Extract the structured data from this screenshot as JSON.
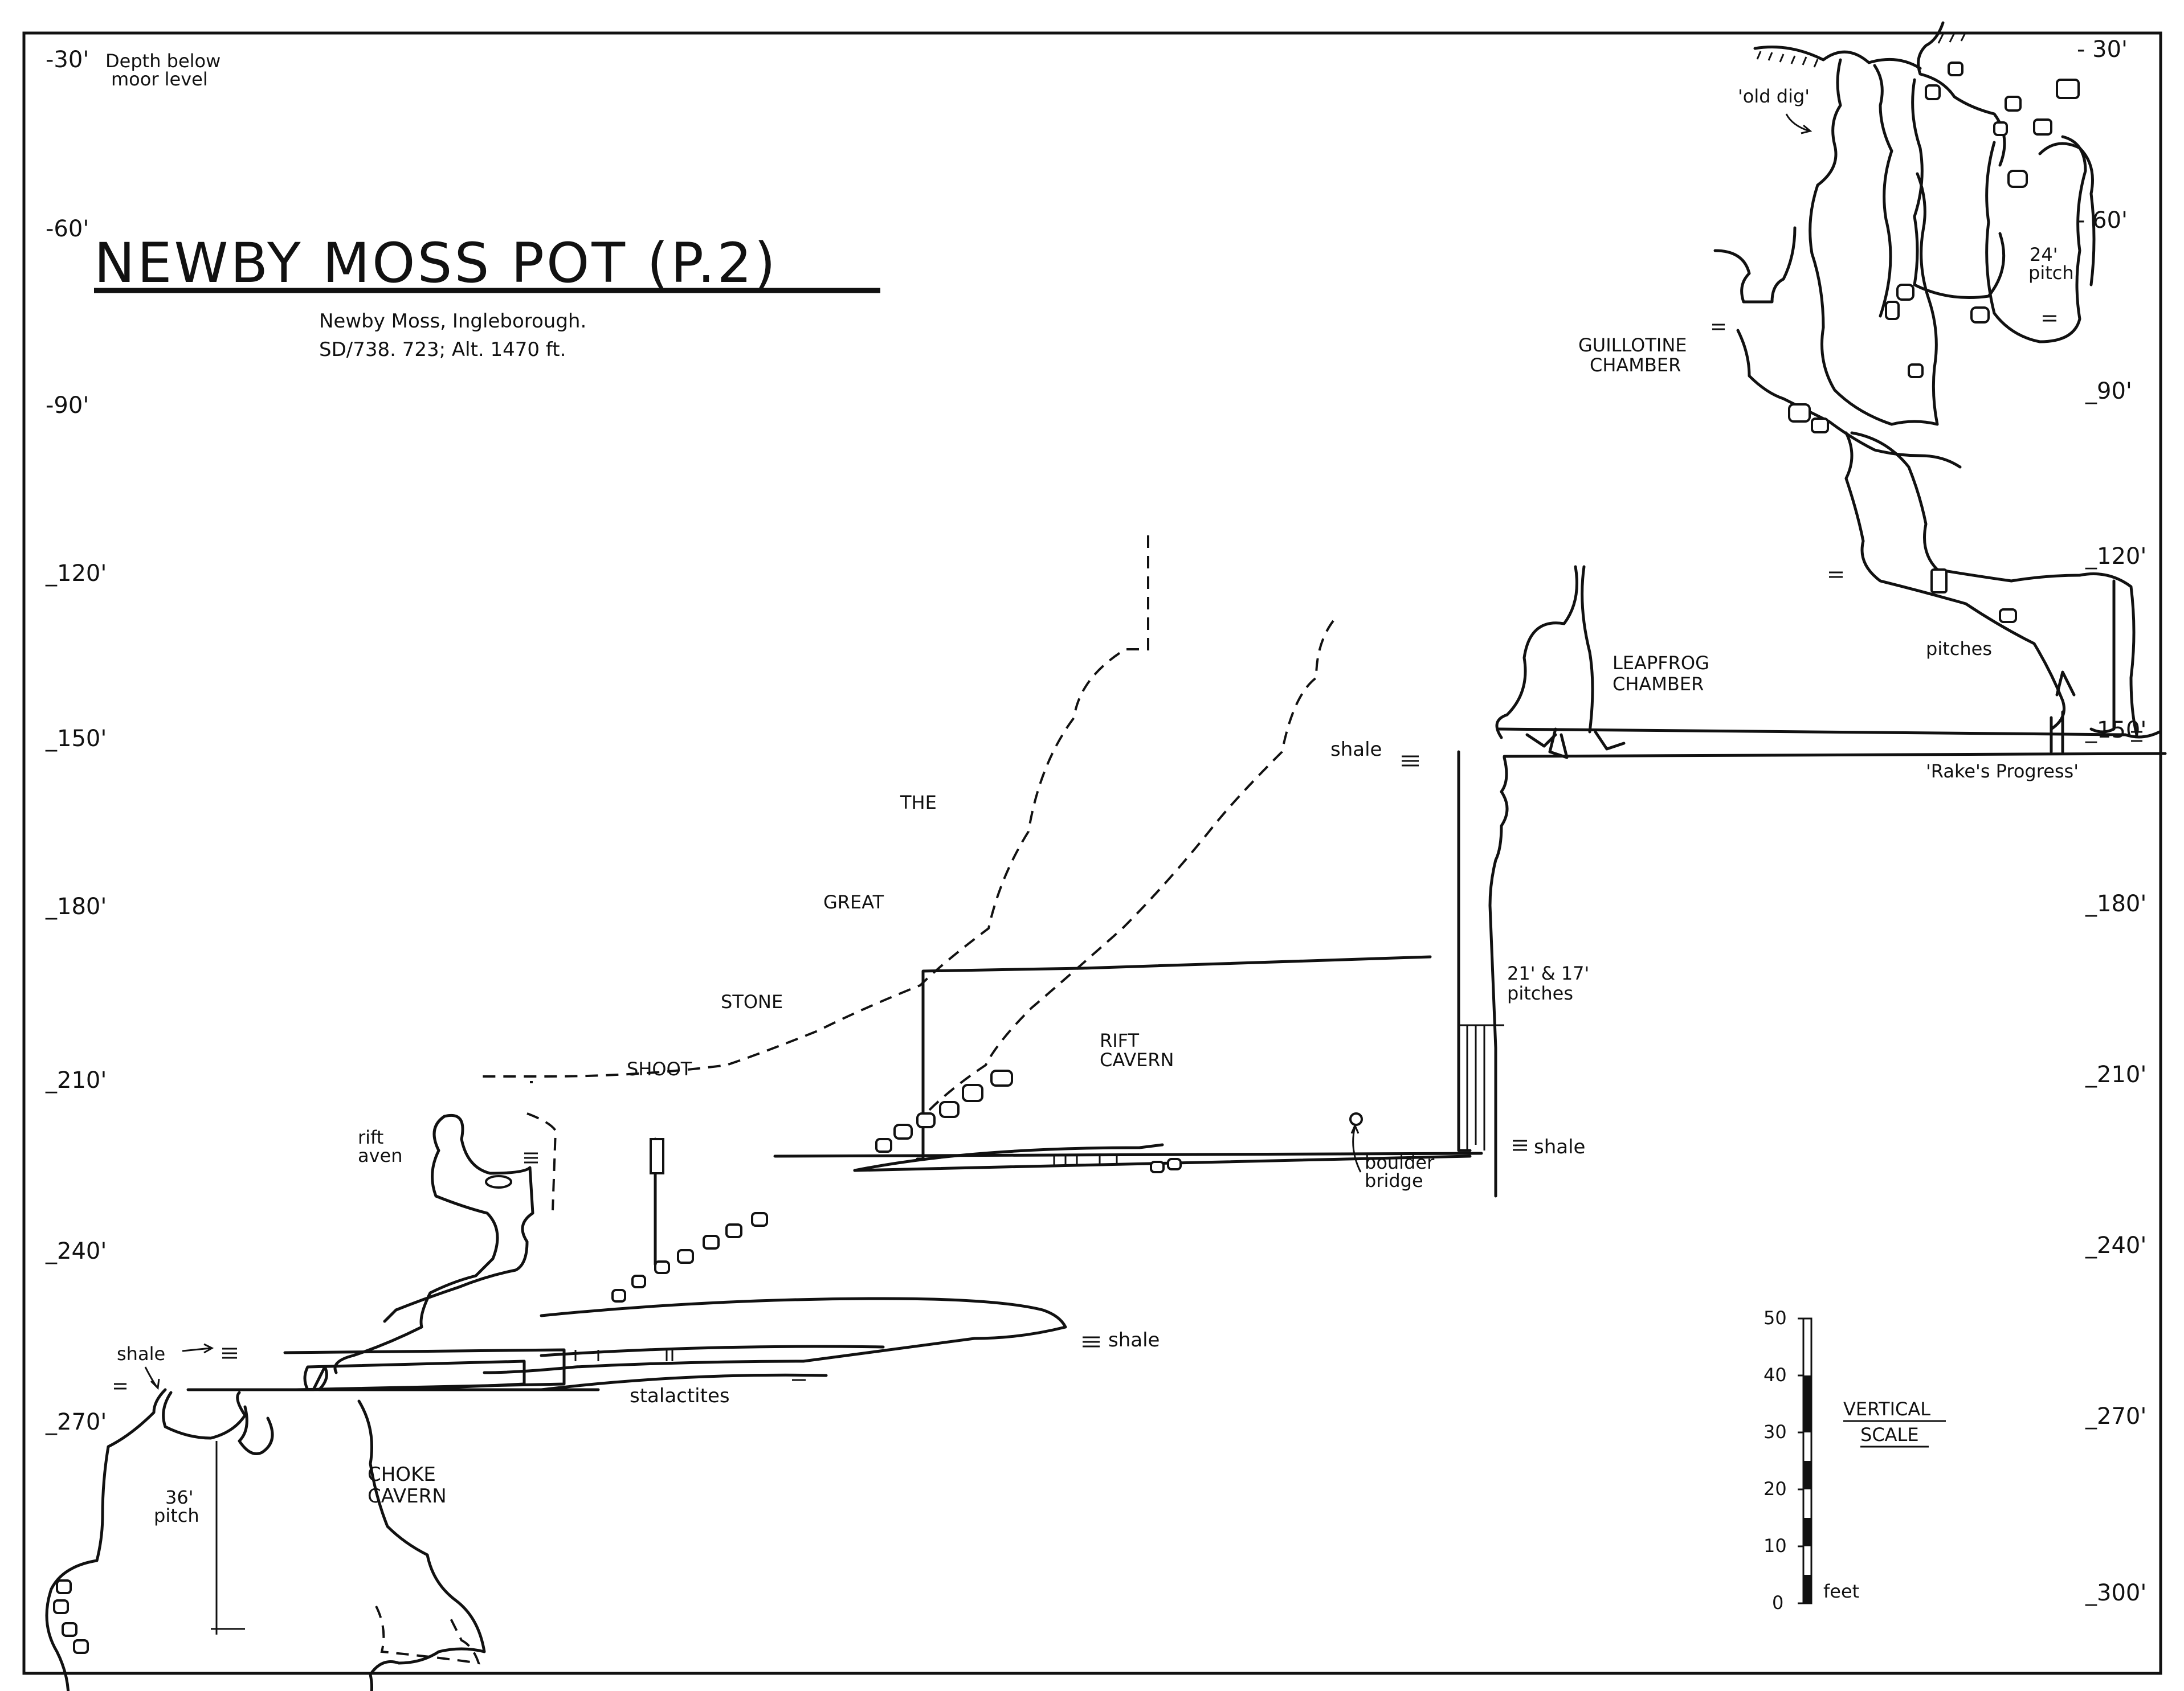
{
  "title": "NEWBY MOSS POT (P.2)",
  "subtitle_line1": "Newby Moss, Ingleborough.",
  "subtitle_line2": "SD/738. 723; Alt. 1470 ft.",
  "depth_caption_line1": "Depth below",
  "depth_caption_line2": "moor level",
  "left_depths": [
    "-30'",
    "-60'",
    "-90'",
    "_120'",
    "_150'",
    "_180'",
    "_210'",
    "_240'",
    "_270'"
  ],
  "right_depths": [
    "- 30'",
    "- 60'",
    "_90'",
    "_120'",
    "_150'",
    "_180'",
    "_210'",
    "_240'",
    "_270'",
    "_300'"
  ],
  "labels": {
    "old_dig": "'old dig'",
    "guillotine_1": "GUILLOTINE",
    "guillotine_2": "CHAMBER",
    "pitch24_1": "24'",
    "pitch24_2": "pitch",
    "leapfrog_1": "LEAPFROG",
    "leapfrog_2": "CHAMBER",
    "pitches": "pitches",
    "rakes": "'Rake's Progress'",
    "shale_upper": "shale",
    "the": "THE",
    "great": "GREAT",
    "stone": "STONE",
    "shoot": "SHOOT",
    "pitches2117_1": "21' & 17'",
    "pitches2117_2": "pitches",
    "rift_cavern_1": "RIFT",
    "rift_cavern_2": "CAVERN",
    "rift_aven_1": "rift",
    "rift_aven_2": "aven",
    "boulder_1": "boulder",
    "boulder_2": "bridge",
    "shale_mid": "shale",
    "shale_lower": "shale",
    "shale_left": "shale",
    "stalactites": "stalactites",
    "choke_1": "CHOKE",
    "choke_2": "CAVERN",
    "pitch36_1": "36'",
    "pitch36_2": "pitch"
  },
  "scale": {
    "title_1": "VERTICAL",
    "title_2": "SCALE",
    "ticks": [
      "50",
      "40",
      "30",
      "20",
      "10",
      "0"
    ],
    "unit": "feet"
  }
}
